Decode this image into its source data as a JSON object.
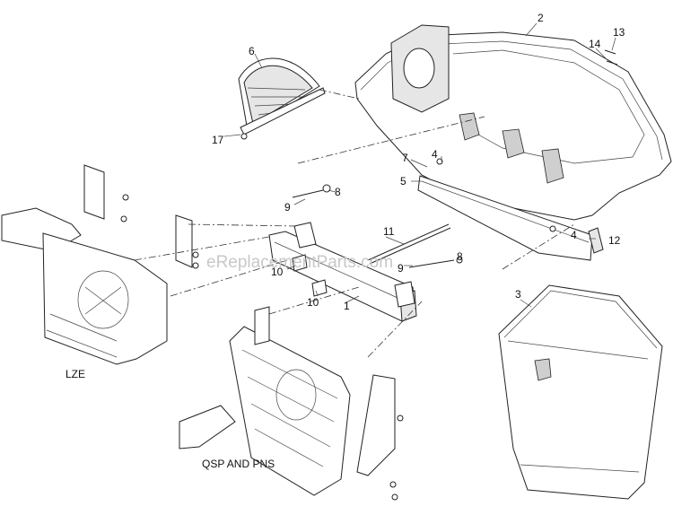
{
  "callouts": {
    "c1": "1",
    "c2": "2",
    "c3": "3",
    "c4a": "4",
    "c4b": "4",
    "c5": "5",
    "c6": "6",
    "c7": "7",
    "c8a": "8",
    "c8b": "8",
    "c9a": "9",
    "c9b": "9",
    "c10a": "10",
    "c10b": "10",
    "c11": "11",
    "c12": "12",
    "c13": "13",
    "c14": "14",
    "c17": "17"
  },
  "captions": {
    "lze": "LZE",
    "qsp": "QSP AND PNS"
  },
  "watermark": "eReplacementParts.com"
}
